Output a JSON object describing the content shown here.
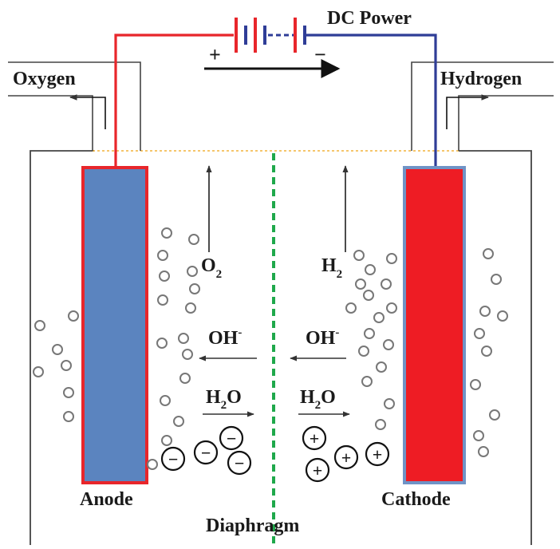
{
  "labels": {
    "dc_power": "DC Power",
    "oxygen": "Oxygen",
    "hydrogen": "Hydrogen",
    "anode": "Anode",
    "cathode": "Cathode",
    "diaphragm": "Diaphragm",
    "plus_sign": "+",
    "minus_sign": "−"
  },
  "ions": {
    "o2_base": "O",
    "o2_sub": "2",
    "h2_base": "H",
    "h2_sub": "2",
    "oh_base": "OH",
    "oh_sup": "-",
    "h2o_base": "H",
    "h2o_sub": "2",
    "h2o_tail": "O",
    "neg": "−",
    "pos": "+"
  },
  "colors": {
    "anode_wire": "#e8262b",
    "cathode_wire": "#2f3d97",
    "anode_fill": "#5b84bf",
    "cathode_fill": "#ee1c24",
    "diaphragm": "#1fa84b"
  }
}
